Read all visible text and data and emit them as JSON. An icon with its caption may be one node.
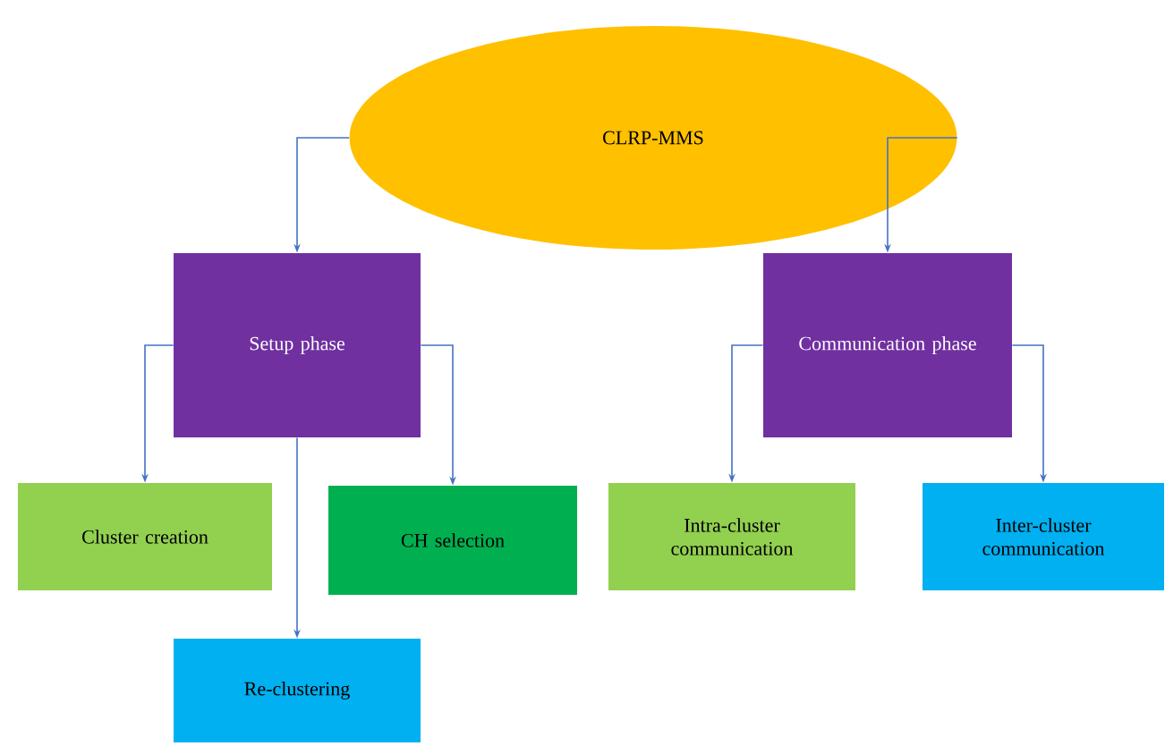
{
  "diagram": {
    "nodes": [
      {
        "text": [
          "CLRP-MMS"
        ]
      },
      {
        "text": [
          "Setup phase"
        ]
      },
      {
        "text": [
          "Communication phase"
        ]
      },
      {
        "text": [
          "Cluster creation"
        ]
      },
      {
        "text": [
          "CH selection"
        ]
      },
      {
        "text": [
          "Re-clustering"
        ]
      },
      {
        "text": [
          "Intra-cluster communication"
        ]
      },
      {
        "text": [
          "Inter-cluster communication"
        ]
      }
    ],
    "edges": [
      {
        "from": 0,
        "to": 1,
        "arrow": "to"
      },
      {
        "from": 0,
        "to": 2,
        "arrow": "to"
      },
      {
        "from": 1,
        "to": 3,
        "arrow": "to"
      },
      {
        "from": 1,
        "to": 4,
        "arrow": "to"
      },
      {
        "from": 1,
        "to": 5,
        "arrow": "to"
      },
      {
        "from": 2,
        "to": 6,
        "arrow": "to"
      },
      {
        "from": 2,
        "to": 7,
        "arrow": "to"
      }
    ]
  }
}
